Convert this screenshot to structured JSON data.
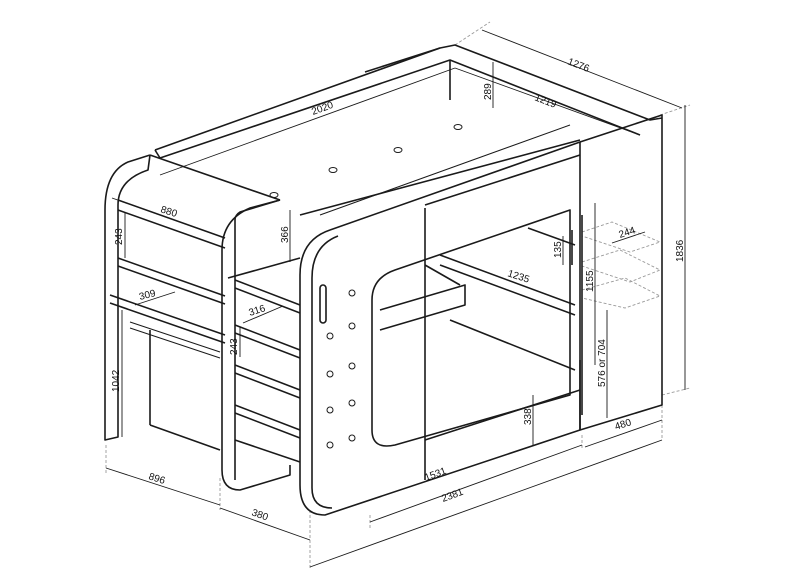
{
  "diagram": {
    "subject": "Loft bunk bed with desk, shelving and stairs - isometric dimension drawing",
    "units": "mm",
    "dimensions": {
      "overall_depth_top": "1276",
      "inner_depth_top": "1219",
      "top_rail_height": "289",
      "overall_length_top": "2020",
      "shelf_width": "880",
      "shelf_spacing_left": "243",
      "stair_step_height": "366",
      "shelf_depth_left": "309",
      "stair_shelf_depth": "316",
      "stair_shelf_spacing": "243",
      "desk_height": "1042",
      "ladder_depth": "244",
      "handle_height": "135",
      "under_bed_clearance": "1155",
      "lower_bed_length": "1235",
      "overall_height": "1836",
      "lower_bed_height_options": "576 or 704",
      "drawer_height": "338",
      "end_depth": "480",
      "bottom_bed_length": "1531",
      "overall_length": "2381",
      "desk_unit_width": "896",
      "stair_unit_width": "380"
    }
  }
}
